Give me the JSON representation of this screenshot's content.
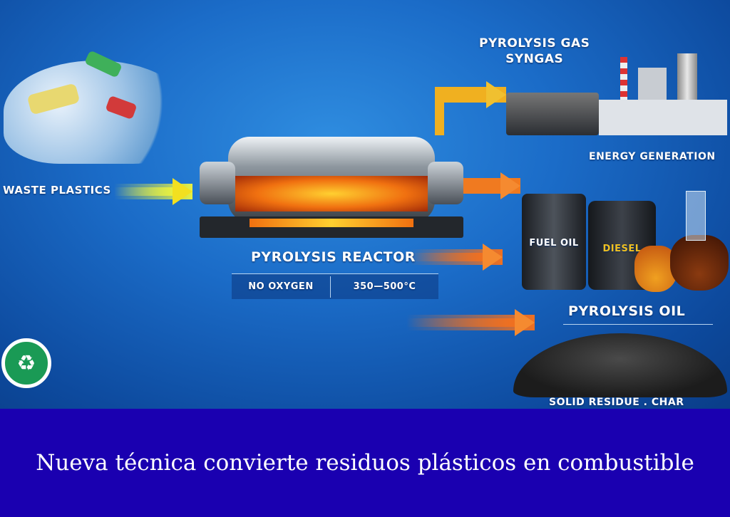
{
  "diagram": {
    "input_label": "WASTE PLASTICS",
    "reactor_label": "PYROLYSIS REACTOR",
    "condition_1": "NO OXYGEN",
    "condition_2": "350—500°C",
    "gas_label_1": "PYROLYSIS GAS",
    "gas_label_2": "SYNGAS",
    "energy_label": "ENERGY GENERATION",
    "barrel_label": "FUEL OIL",
    "jerrycan_label": "DIESEL",
    "oil_label": "PYROLYSIS OIL",
    "residue_label": "SOLID RESIDUE . CHAR"
  },
  "badge_icon": "recycle-icon",
  "caption": "Nueva técnica convierte residuos plásticos en combustible"
}
